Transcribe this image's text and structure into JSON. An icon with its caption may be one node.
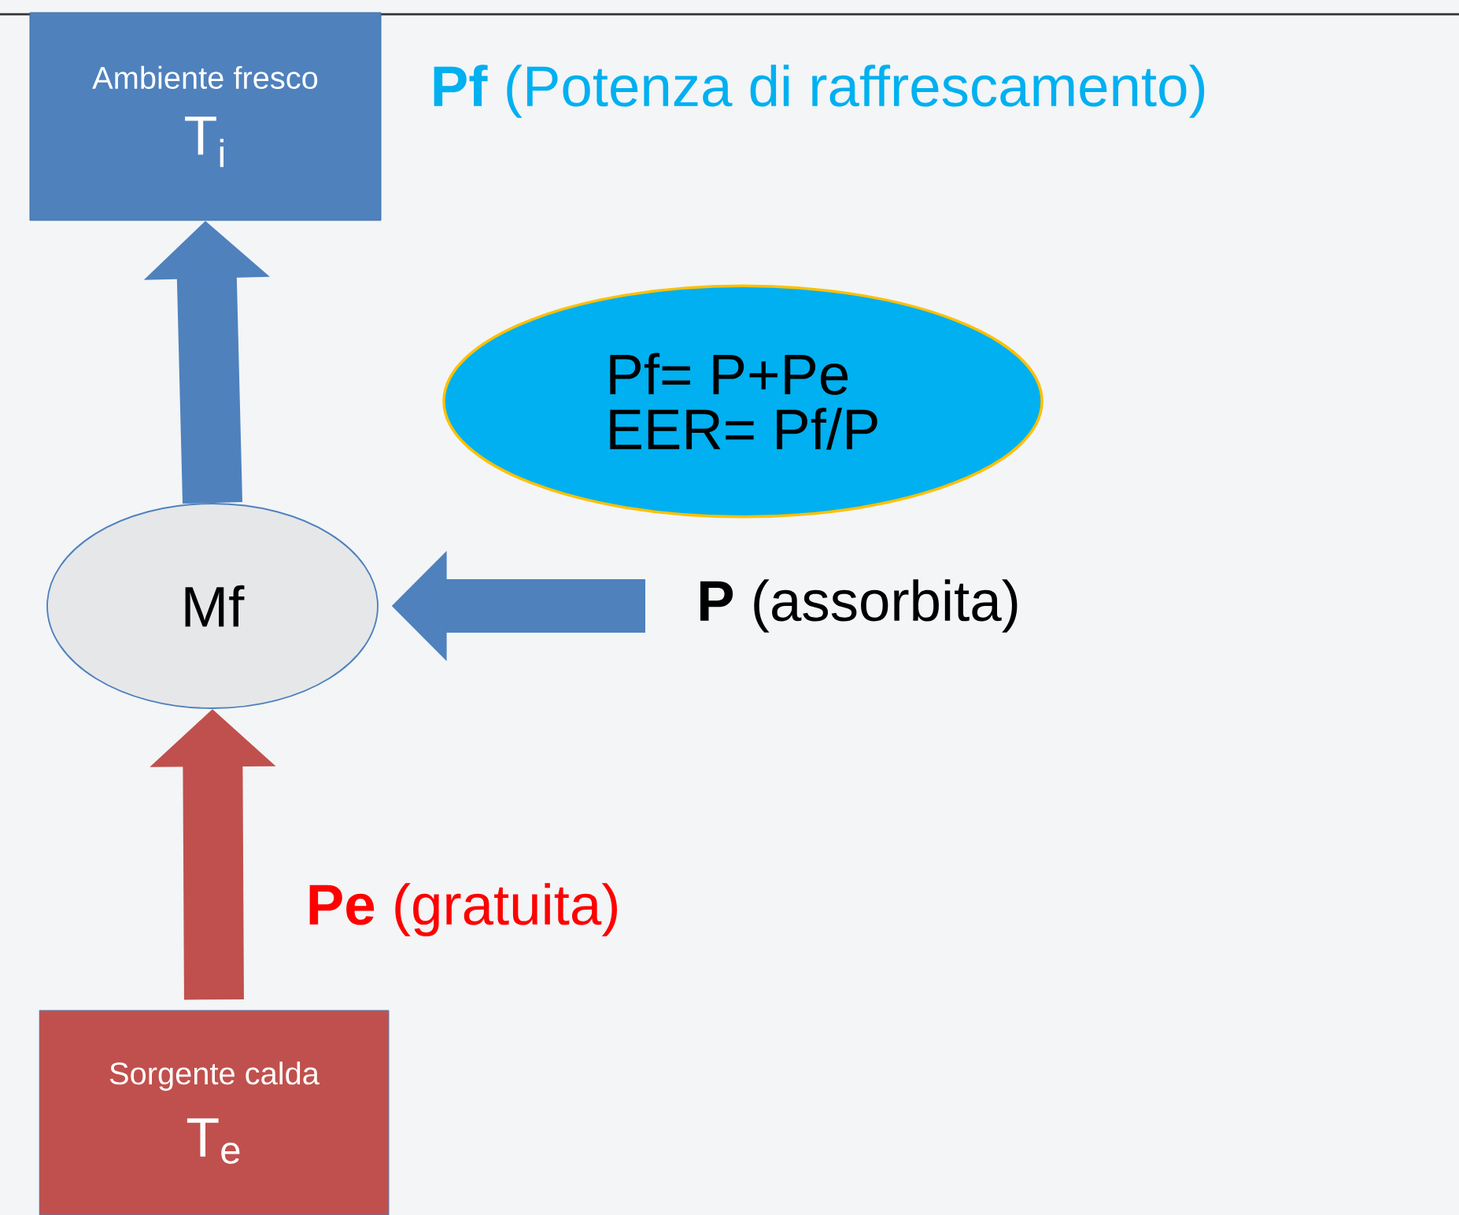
{
  "diagram": {
    "nodes": [
      {
        "text": [
          "Ambiente fresco",
          "T$_{i}$"
        ]
      },
      {
        "text": [
          "Mf"
        ]
      },
      {
        "text": [
          "Sorgente calda",
          "T$_{e}$"
        ]
      },
      {
        "text": [
          "Pf= P+Pe",
          "EER= Pf/P"
        ]
      },
      {
        "text": [
          "**P** (assorbita)"
        ]
      }
    ],
    "edges": [
      {
        "from": 1,
        "to": 0,
        "arrow": "to"
      },
      {
        "from": 2,
        "to": 1,
        "arrow": "to",
        "label": "**Pe** (gratuita)",
        "color": "#c0504d"
      },
      {
        "from": 4,
        "to": 1,
        "arrow": "to"
      }
    ],
    "labels": [
      "**Pf** (Potenza di raffrescamento)"
    ]
  }
}
